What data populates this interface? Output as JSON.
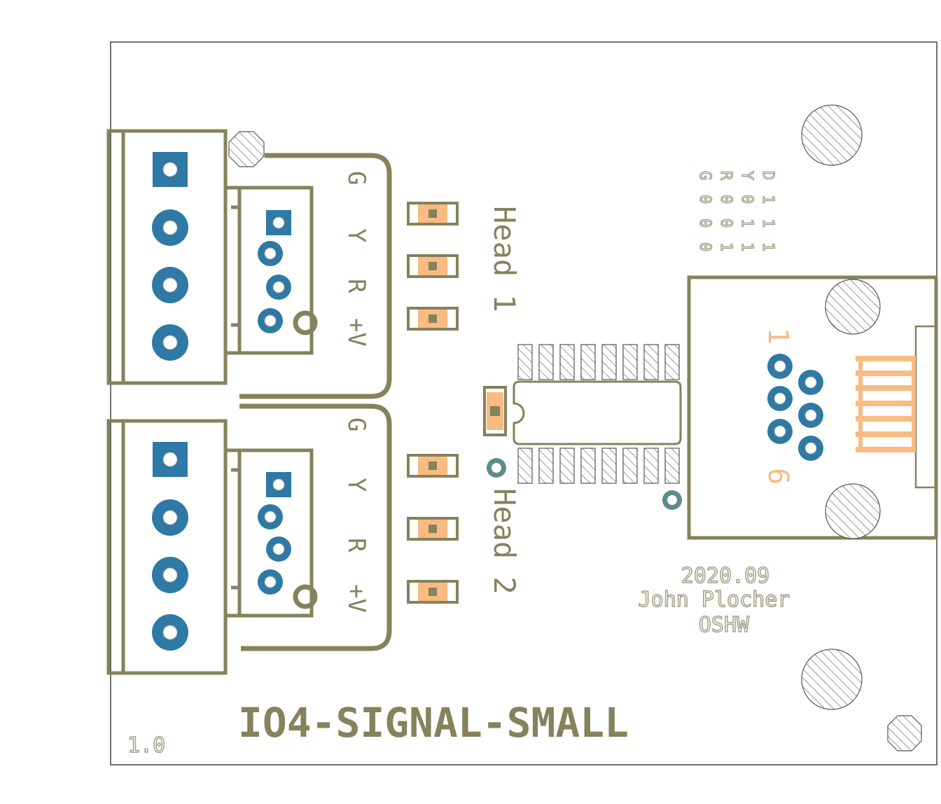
{
  "board": {
    "title": "IO4-SIGNAL-SMALL",
    "version": "1.0",
    "date": "2020.09",
    "author": "John Plocher",
    "license": "OSHW"
  },
  "head1": {
    "label": "Head 1",
    "pins": [
      "G",
      "Y",
      "R",
      "+V"
    ]
  },
  "head2": {
    "label": "Head 2",
    "pins": [
      "G",
      "Y",
      "R",
      "+V"
    ]
  },
  "truth_table": {
    "header": [
      "G",
      "R",
      "Y",
      "D"
    ],
    "rows": [
      [
        "0",
        "0",
        "0",
        "1"
      ],
      [
        "0",
        "0",
        "1",
        "1"
      ],
      [
        "0",
        "1",
        "1",
        "1"
      ]
    ]
  },
  "connector": {
    "pin_first": "1",
    "pin_last": "6"
  },
  "colors": {
    "silkscreen": "#85825c",
    "copper_pad": "#2e79a5",
    "smd_pad": "#f9bb82",
    "board_outline": "#444444"
  }
}
